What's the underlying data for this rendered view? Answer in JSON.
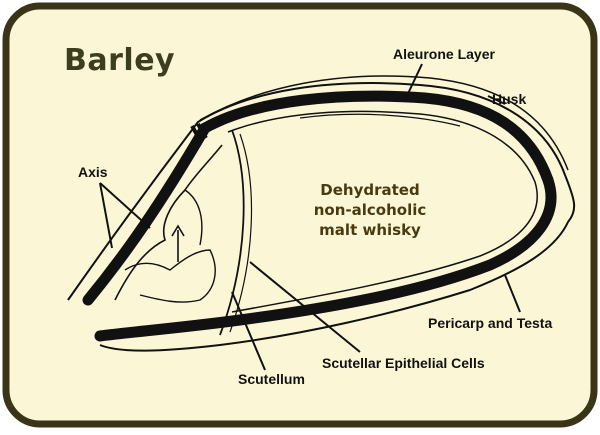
{
  "title": "Barley",
  "colors": {
    "background": "#fbf7d6",
    "frame": "#3a3418",
    "outline": "#111111",
    "center_text": "#4a3a10"
  },
  "labels": {
    "aleurone_layer": "Aleurone Layer",
    "husk": "Husk",
    "axis": "Axis",
    "pericarp_and_testa": "Pericarp and Testa",
    "scutellar_epithelial_cells": "Scutellar Epithelial Cells",
    "scutellum": "Scutellum"
  },
  "center_text": {
    "line1": "Dehydrated",
    "line2": "non-alcoholic",
    "line3": "malt whisky"
  }
}
